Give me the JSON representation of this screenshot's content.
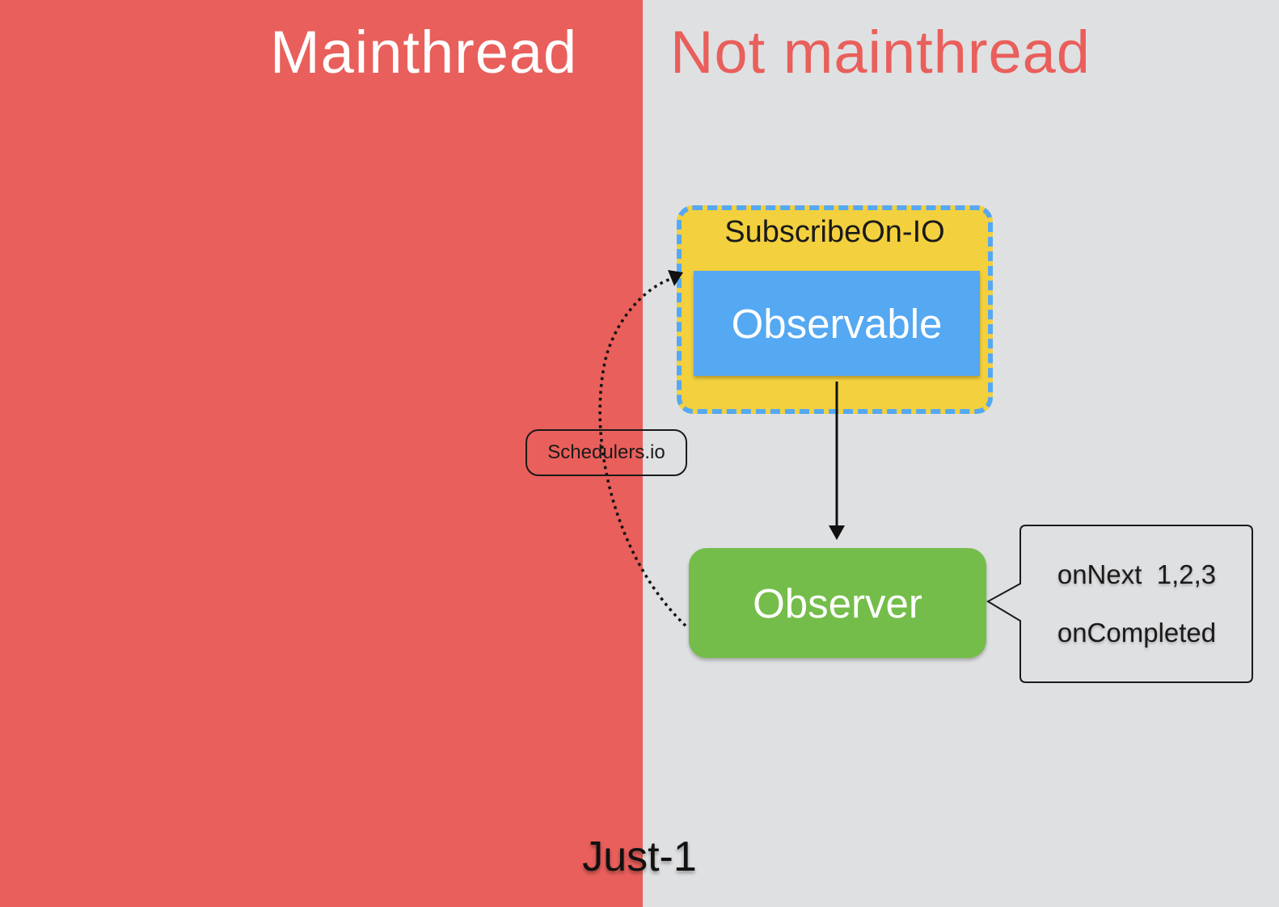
{
  "colors": {
    "mainthread_bg": "#e95f5b",
    "other_bg": "#dfe0e2",
    "subscribe_fill": "#f3d03e",
    "subscribe_border": "#55a8f2",
    "observable_fill": "#55a8f2",
    "observer_fill": "#74bd4a",
    "not_mainthread_text": "#e95f5b"
  },
  "headings": {
    "left": "Mainthread",
    "right": "Not mainthread"
  },
  "subscribe_on": {
    "label": "SubscribeOn-IO"
  },
  "observable": {
    "label": "Observable"
  },
  "observer": {
    "label": "Observer"
  },
  "scheduler": {
    "label": "Schedulers.io"
  },
  "callout": {
    "line1": "onNext  1,2,3",
    "line2": "onCompleted"
  },
  "footer": {
    "label": "Just-1"
  },
  "icons": {
    "solid_arrow": "arrow-down-icon",
    "dotted_arrow": "curved-dotted-arrow-icon"
  }
}
